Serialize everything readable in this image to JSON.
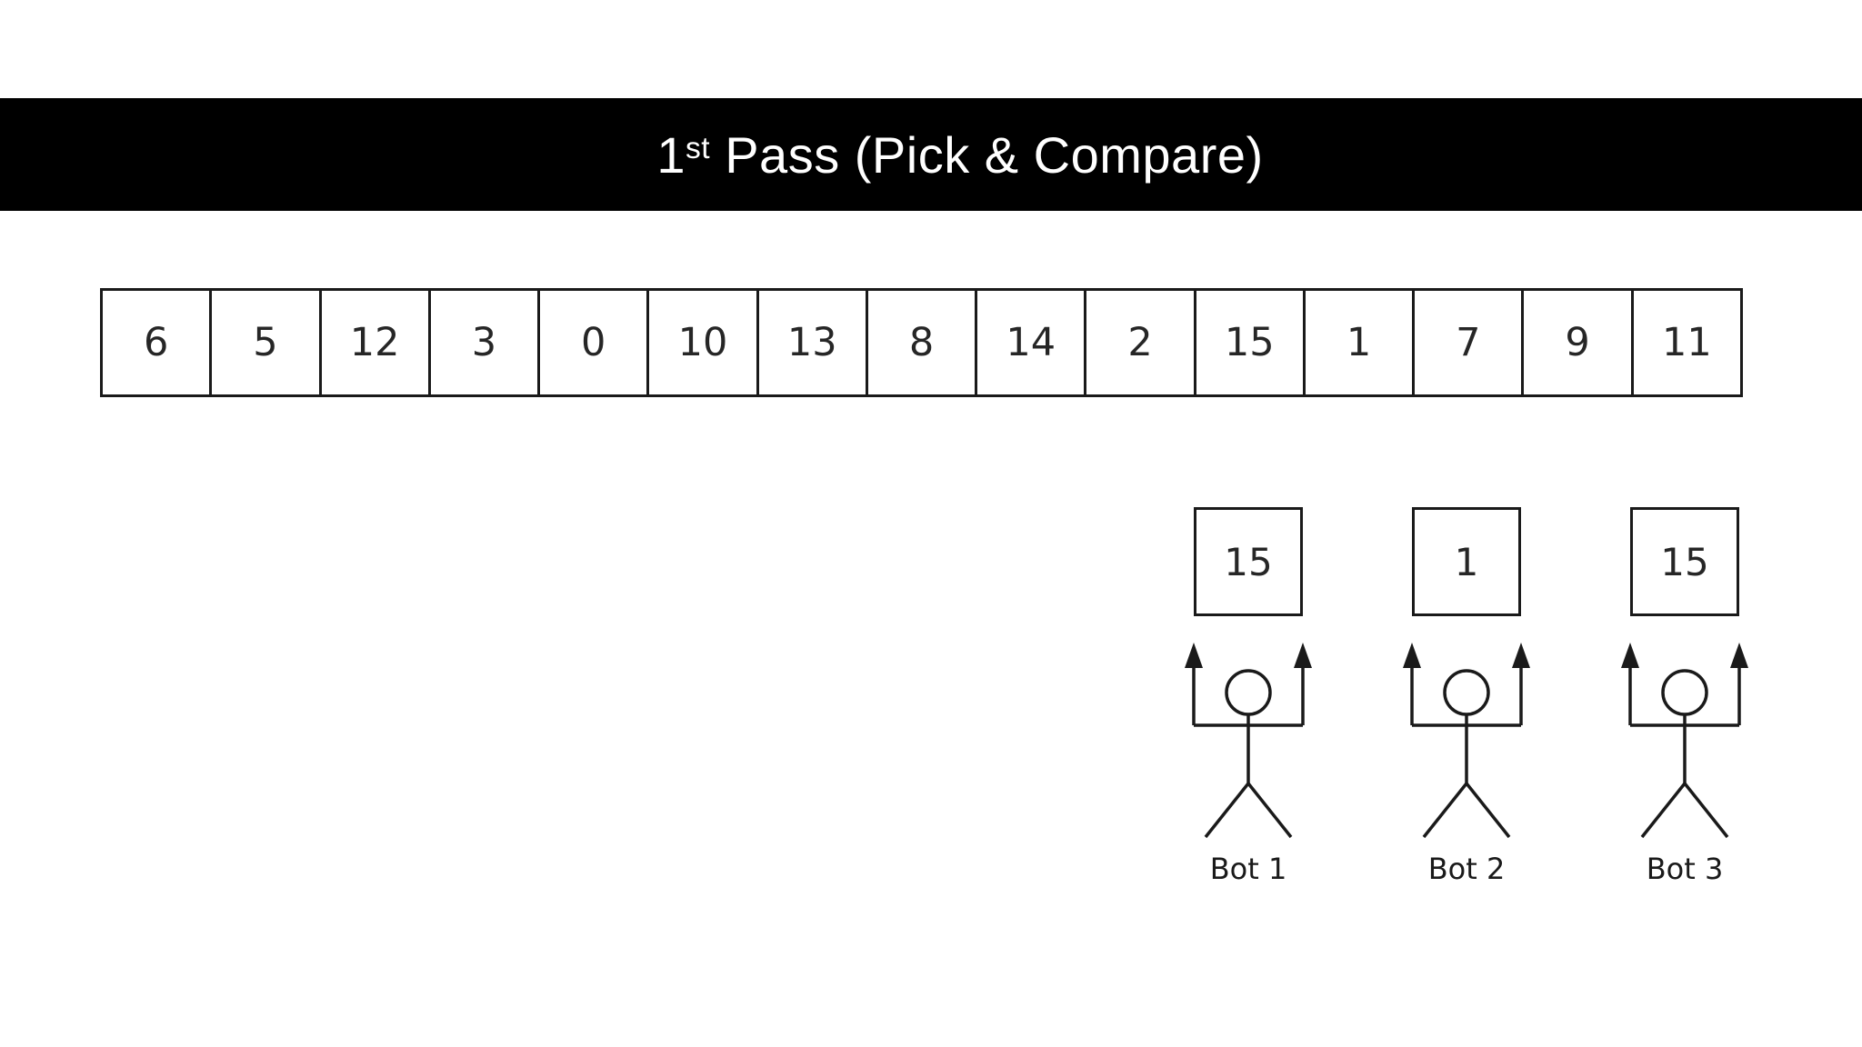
{
  "title": {
    "prefix": "1",
    "superscript": "st",
    "rest": " Pass (Pick & Compare)"
  },
  "array": {
    "values": [
      "6",
      "5",
      "12",
      "3",
      "0",
      "10",
      "13",
      "8",
      "14",
      "2",
      "15",
      "1",
      "7",
      "9",
      "11"
    ]
  },
  "bots": [
    {
      "label": "Bot 1",
      "held_value": "15"
    },
    {
      "label": "Bot 2",
      "held_value": "1"
    },
    {
      "label": "Bot 3",
      "held_value": "15"
    }
  ],
  "colors": {
    "banner_background": "#000000",
    "title_text": "#ffffff",
    "line": "#1a1a1a",
    "background": "#ffffff"
  }
}
